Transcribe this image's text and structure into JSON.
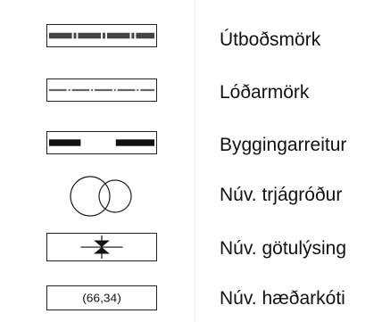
{
  "legend": {
    "items": [
      {
        "id": "tender-boundary",
        "label": "Útboðsmörk",
        "icon": "dense-dash-dot-line"
      },
      {
        "id": "lot-boundary",
        "label": "Lóðarmörk",
        "icon": "fine-dash-dot-line"
      },
      {
        "id": "building-area",
        "label": "Byggingarreitur",
        "icon": "thick-dashed-line"
      },
      {
        "id": "existing-vegetation",
        "label": "Núv. trjágróður",
        "icon": "overlapping-circles"
      },
      {
        "id": "existing-street-lighting",
        "label": "Núv. götulýsing",
        "icon": "street-light-symbol"
      },
      {
        "id": "existing-elevation-point",
        "label": "Núv. hæðarkóti",
        "icon": "elevation-box",
        "value": "(66,34)"
      }
    ]
  }
}
